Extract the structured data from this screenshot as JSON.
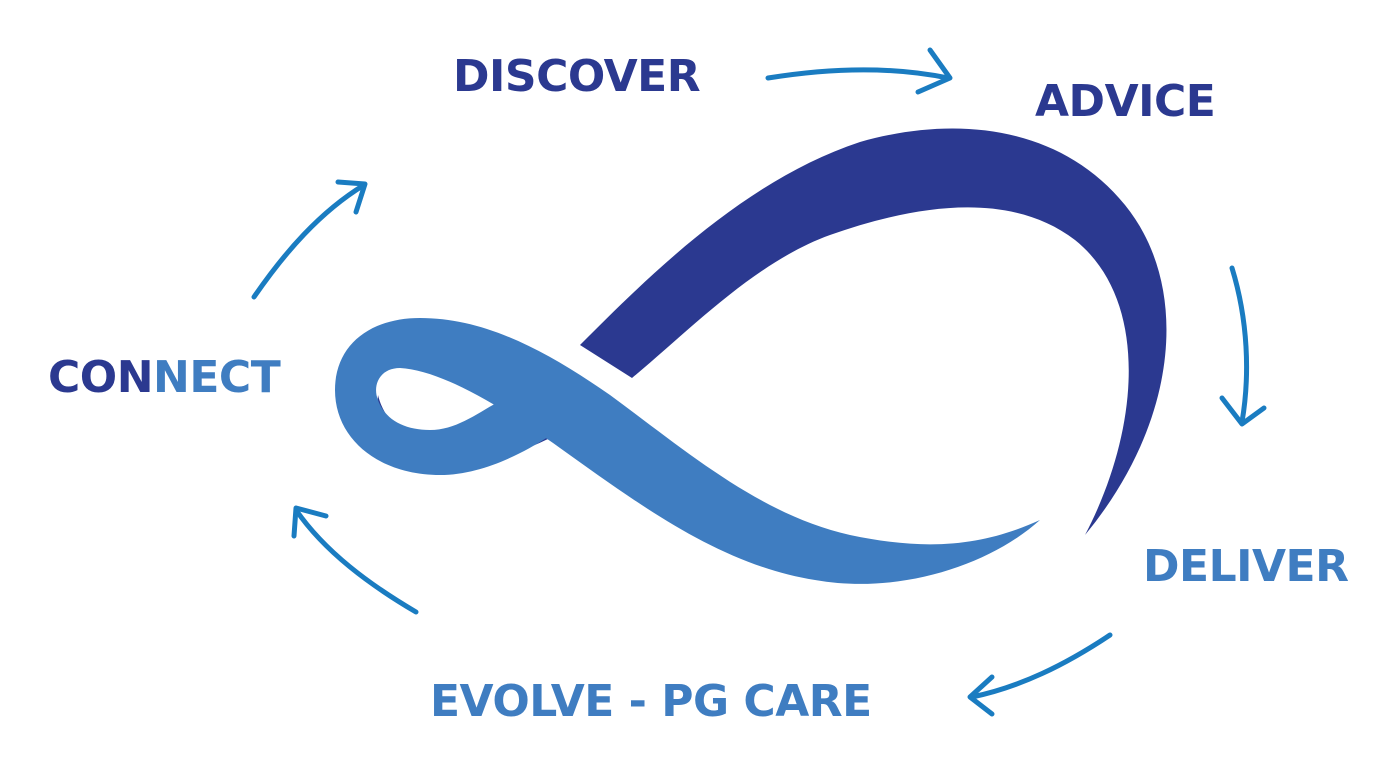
{
  "diagram": {
    "steps": [
      {
        "id": "discover",
        "label": "DISCOVER"
      },
      {
        "id": "advice",
        "label": "ADVICE"
      },
      {
        "id": "deliver",
        "label": "DELIVER"
      },
      {
        "id": "evolve",
        "label": "EVOLVE - PG CARE"
      },
      {
        "id": "connect",
        "label_part1": "CON",
        "label_part2": "NECT"
      }
    ],
    "colors": {
      "dark_blue": "#2b3990",
      "light_blue": "#3f7dc1",
      "arrow_blue": "#1a7cc1",
      "background": "#ffffff"
    },
    "icons": {
      "center": "infinity-loop-logo",
      "arrows": "curved-arrow"
    }
  }
}
